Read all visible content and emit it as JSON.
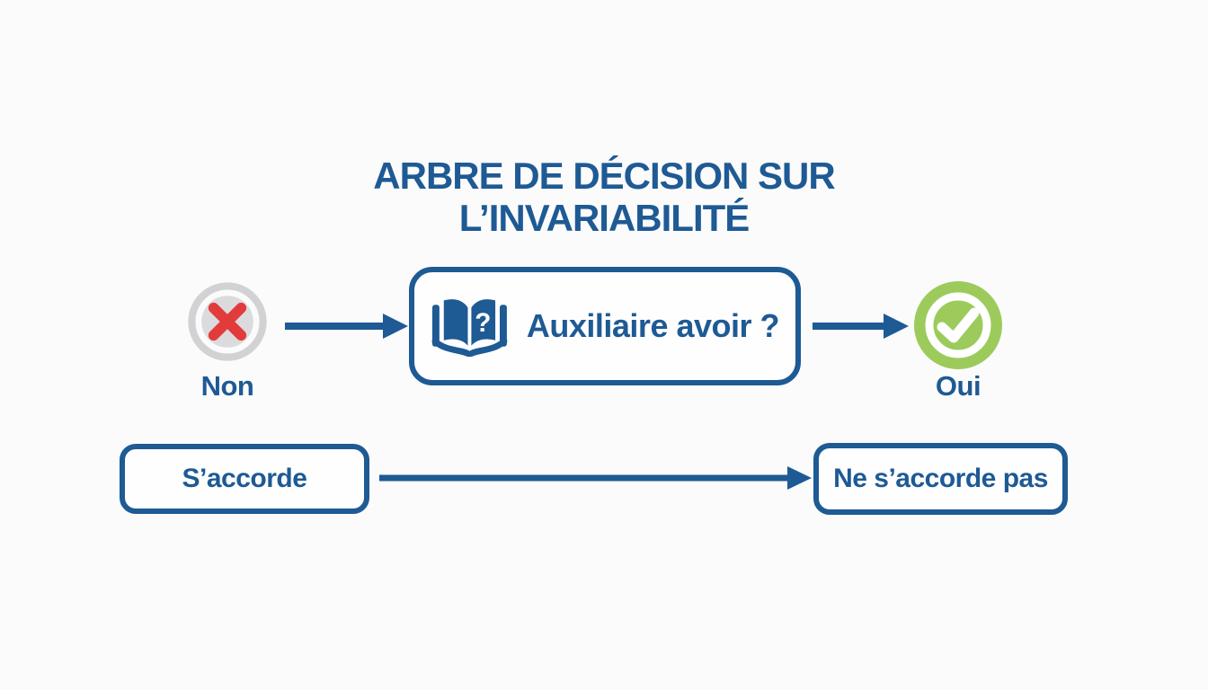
{
  "title": {
    "line1": "ARBRE DE DÉCISION SUR",
    "line2": "L’INVARIABILITÉ"
  },
  "decision": {
    "question": "Auxiliaire avoir ?",
    "no_label": "Non",
    "yes_label": "Oui"
  },
  "outcomes": {
    "agree": "S’accorde",
    "disagree": "Ne s’accorde pas"
  },
  "icons": {
    "no": "cross-circle-icon",
    "yes": "check-circle-icon",
    "question": "book-question-icon",
    "book_glyph": "?"
  },
  "colors": {
    "primary_blue": "#1E5A94",
    "error_red": "#E23B3B",
    "success_green": "#9CCB5C",
    "ring_gray": "#D2D2D5",
    "disc_gray": "#DBDBDD",
    "background": "#FBFBFB",
    "box_fill": "#FEFEFE"
  }
}
